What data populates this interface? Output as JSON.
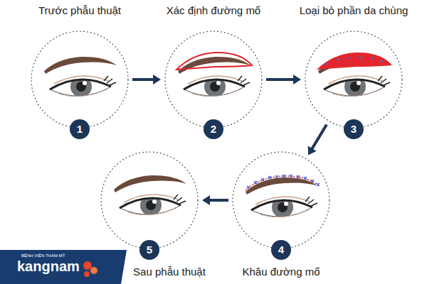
{
  "diagram": {
    "nodes": [
      {
        "text": [
          "Trước phẫu thuật",
          "1"
        ]
      },
      {
        "text": [
          "Xác định đường mổ",
          "2"
        ]
      },
      {
        "text": [
          "Loại bỏ phần da chùng",
          "3"
        ]
      },
      {
        "text": [
          "Khâu đường mổ",
          "4"
        ]
      },
      {
        "text": [
          "Sau phẫu thuật",
          "5"
        ]
      }
    ],
    "edges": [
      {
        "from": 0,
        "to": 1,
        "arrow": "to"
      },
      {
        "from": 1,
        "to": 2,
        "arrow": "to"
      },
      {
        "from": 2,
        "to": 3,
        "arrow": "to"
      },
      {
        "from": 3,
        "to": 4,
        "arrow": "to"
      }
    ],
    "labels": [
      "BỆNH VIỆN THẨM MỸ",
      "kangnam"
    ]
  }
}
